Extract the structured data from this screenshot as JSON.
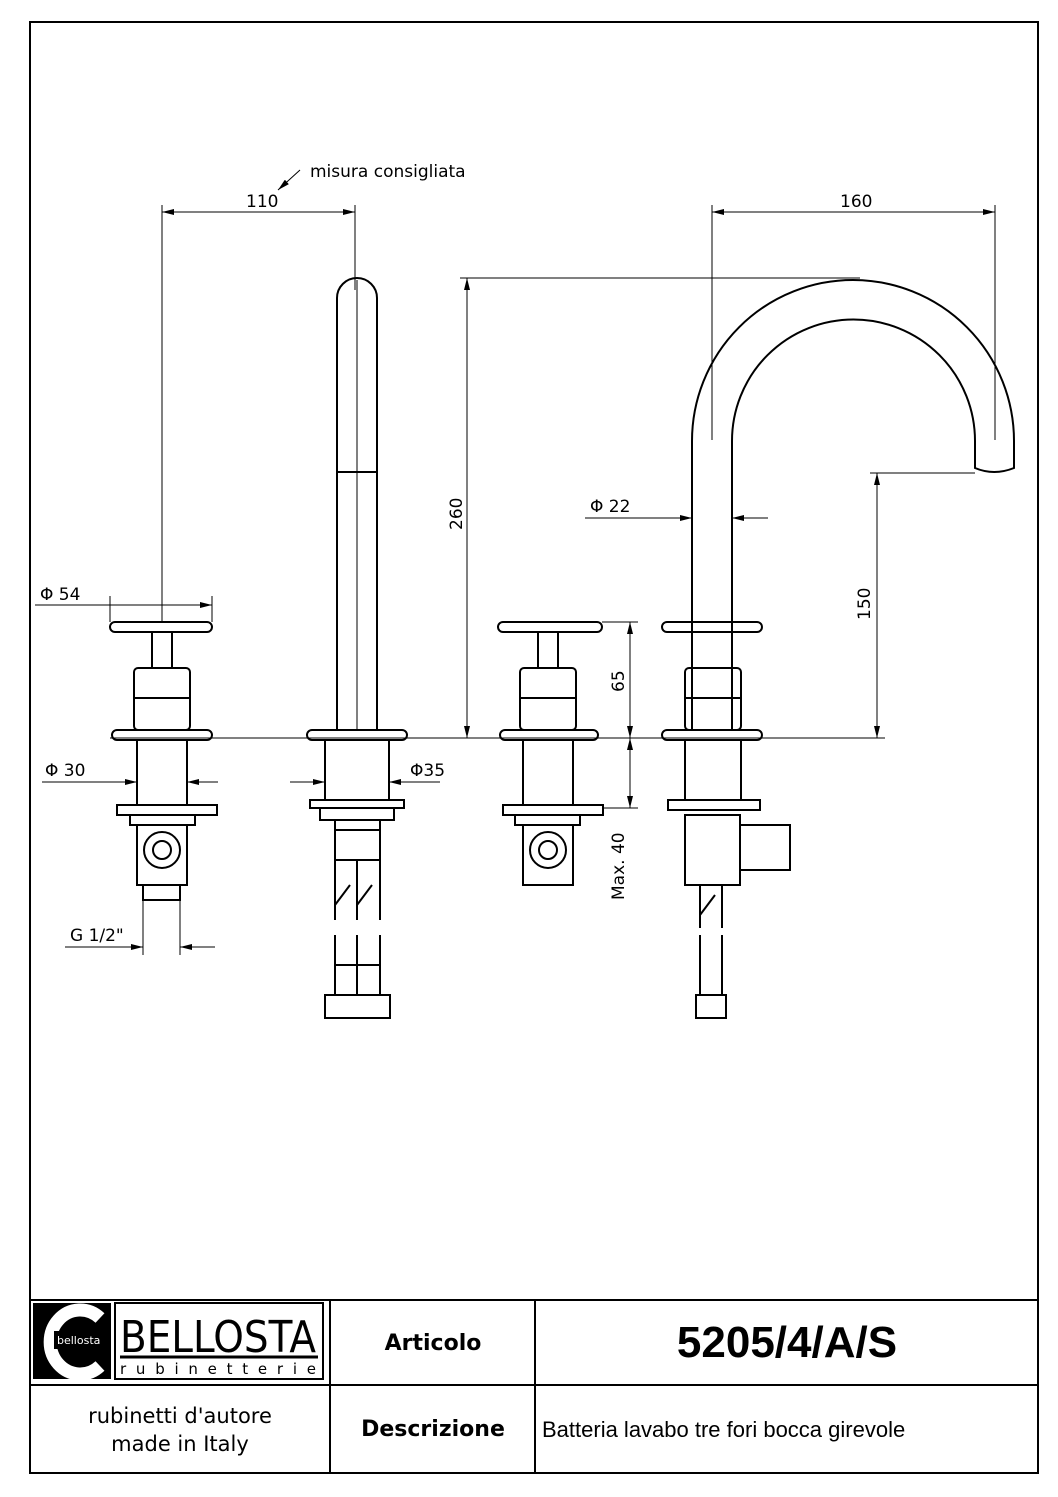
{
  "drawing": {
    "note": "misura consigliata",
    "dimensions": {
      "spout_offset": "110",
      "spout_reach": "160",
      "total_height": "260",
      "spout_diameter": "Φ 22",
      "handle_diameter": "Φ 54",
      "spout_clearance": "150",
      "handle_height": "65",
      "body_diameter": "Φ 30",
      "spout_base_diameter": "Φ35",
      "max_deck_thickness": "Max. 40",
      "connection": "G 1/2\""
    }
  },
  "title_block": {
    "brand": "BELLOSTA",
    "brand_sub": "rubinetterie",
    "logo_small": "bellosta",
    "tagline_1": "rubinetti d'autore",
    "tagline_2": "made in Italy",
    "article_label": "Articolo",
    "article_code": "5205/4/A/S",
    "description_label": "Descrizione",
    "description": "Batteria lavabo tre fori bocca girevole"
  }
}
